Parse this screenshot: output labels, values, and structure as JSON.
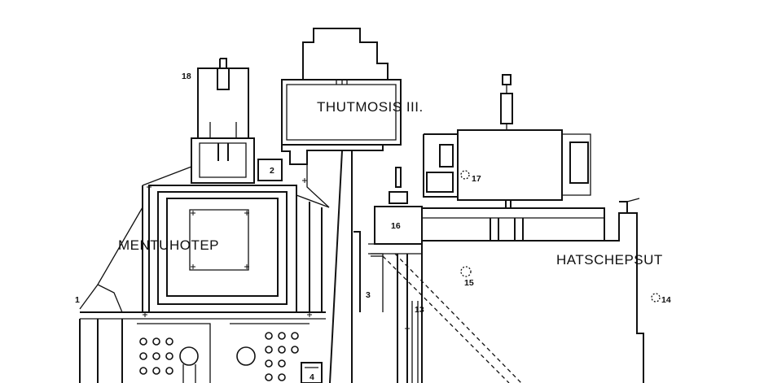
{
  "map": {
    "temples": {
      "thutmosis": "THUTMOSIS III.",
      "mentuhotep": "MENTUHOTEP",
      "hatschepsut": "HATSCHEPSUT"
    },
    "numbers": {
      "n1": "1",
      "n2": "2",
      "n3": "3",
      "n4": "4",
      "n13": "13",
      "n14": "14",
      "n15": "15",
      "n16": "16",
      "n17": "17",
      "n18": "18"
    }
  }
}
